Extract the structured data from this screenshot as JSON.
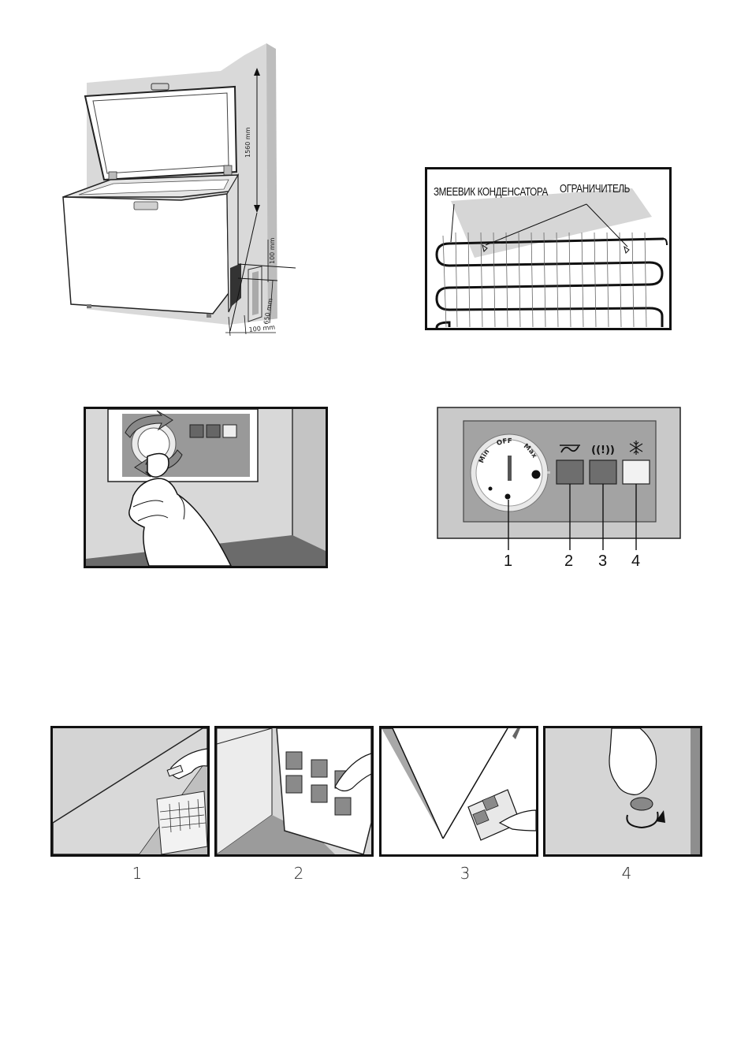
{
  "installation": {
    "dim_height": "1560 mm",
    "dim_top_gap": "100 mm",
    "dim_side": "650 mm",
    "dim_bottom_gap": "100 mm"
  },
  "condenser": {
    "coil_label": "ЗМЕЕВИК КОНДЕНСАТОРА",
    "limiter_label": "ОГРАНИЧИТЕЛЬ"
  },
  "panel": {
    "knob_labels": [
      "Min",
      "OFF",
      "Max"
    ],
    "callouts": [
      "1",
      "2",
      "3",
      "4"
    ],
    "indicator_colors": [
      "#6e6e6e",
      "#6e6e6e",
      "#f2f2f2"
    ],
    "indicator_icons": [
      "mains-power-icon",
      "alarm-icon",
      "snowflake-icon"
    ]
  },
  "defrost_steps": {
    "labels": [
      "1",
      "2",
      "3",
      "4"
    ]
  }
}
